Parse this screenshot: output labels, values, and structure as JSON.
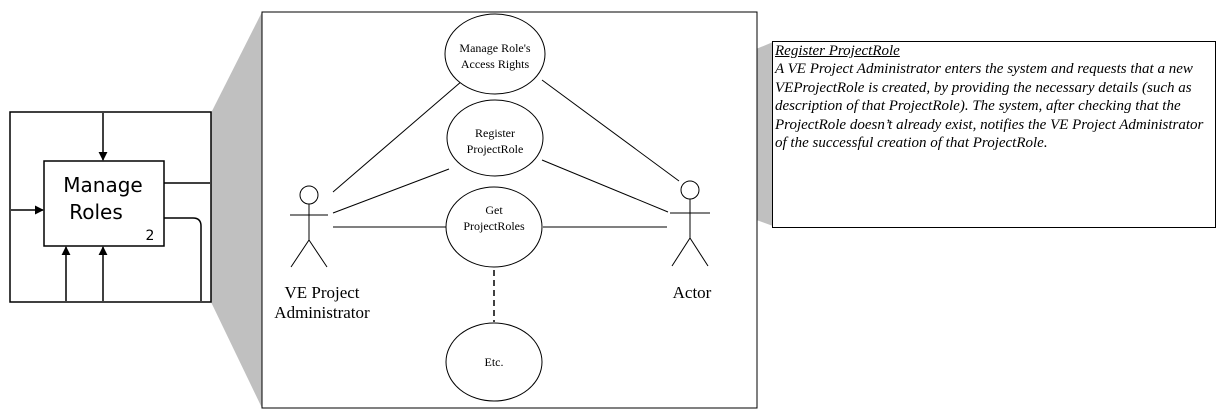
{
  "idef0": {
    "title_line1": "Manage",
    "title_line2": "Roles",
    "number": "2"
  },
  "use_cases": {
    "manage_rights_line1": "Manage Role's",
    "manage_rights_line2": "Access Rights",
    "register_line1": "Register",
    "register_line2": "ProjectRole",
    "get_line1": "Get",
    "get_line2": "ProjectRoles",
    "etc": "Etc."
  },
  "actors": {
    "admin_line1": "VE Project",
    "admin_line2": "Administrator",
    "actor": "Actor"
  },
  "note": {
    "title": "Register ProjectRole",
    "body": "A VE Project Administrator enters the system and requests that a new VEProjectRole is created, by providing the necessary details (such as description of that ProjectRole). The system, after checking that the ProjectRole doesn’t already exist, notifies the VE Project Administrator of the successful creation of that ProjectRole."
  },
  "colors": {
    "zoom_fill": "#c0c0c0",
    "line": "#000000"
  }
}
